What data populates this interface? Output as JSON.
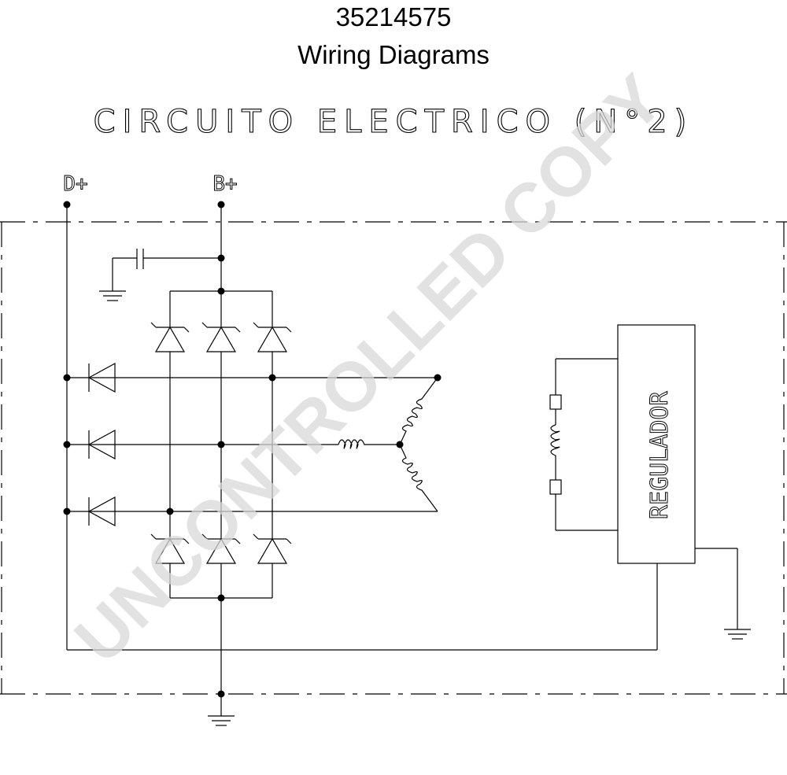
{
  "header": {
    "doc_number": "35214575",
    "doc_title": "Wiring Diagrams"
  },
  "diagram": {
    "circuit_title": "CIRCUITO ELECTRICO (N°2)",
    "terminal_d_plus": "D+",
    "terminal_b_plus": "B+",
    "regulator_label": "REGULADOR"
  },
  "watermark": {
    "text": "UNCONTROLLED COPY",
    "color": "#d9d9d9"
  }
}
